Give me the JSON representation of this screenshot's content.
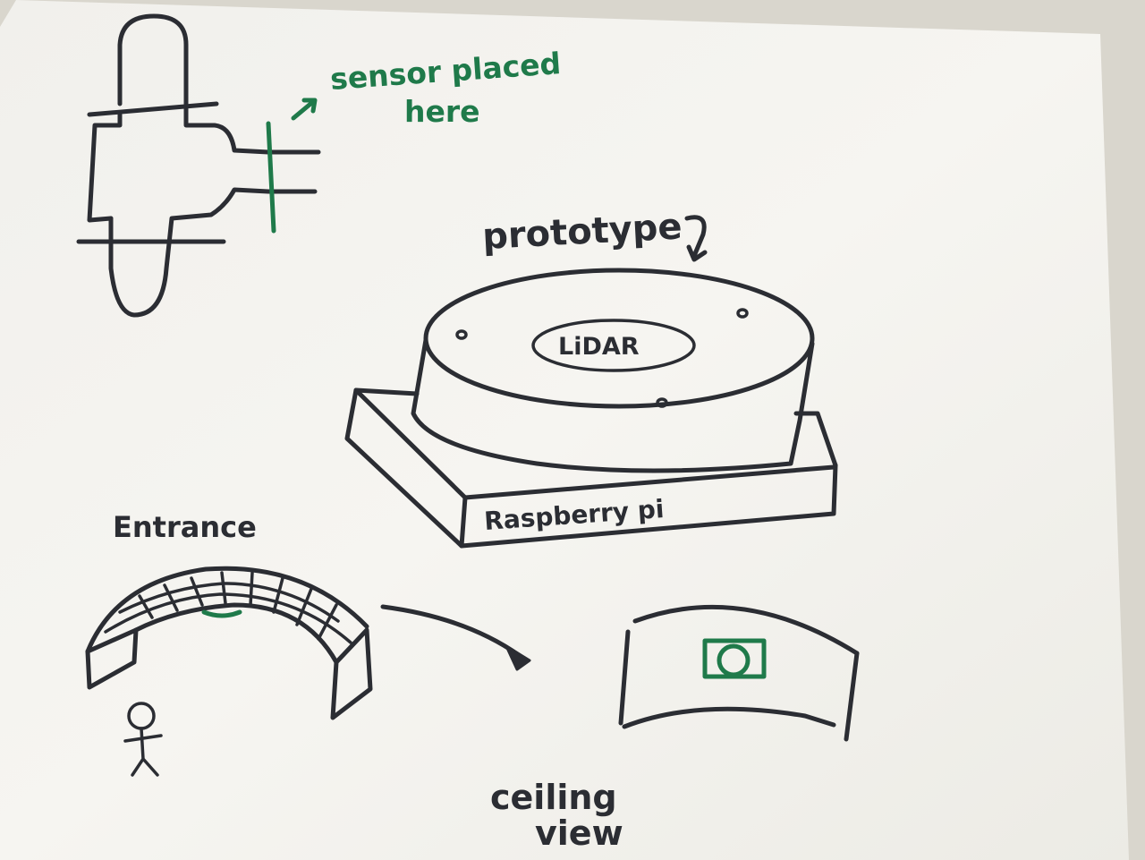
{
  "labels": {
    "sensor_note_line1": "sensor placed",
    "sensor_note_line2": "here",
    "prototype": "prototype",
    "lidar": "LiDAR",
    "raspberry_pi": "Raspberry pi",
    "entrance": "Entrance",
    "ceiling_line1": "ceiling",
    "ceiling_line2": "view"
  },
  "colors": {
    "ink": "#2b2d33",
    "green_marker": "#1f7a4a",
    "paper": "#f4f3ee",
    "background": "#d9d6cd"
  }
}
